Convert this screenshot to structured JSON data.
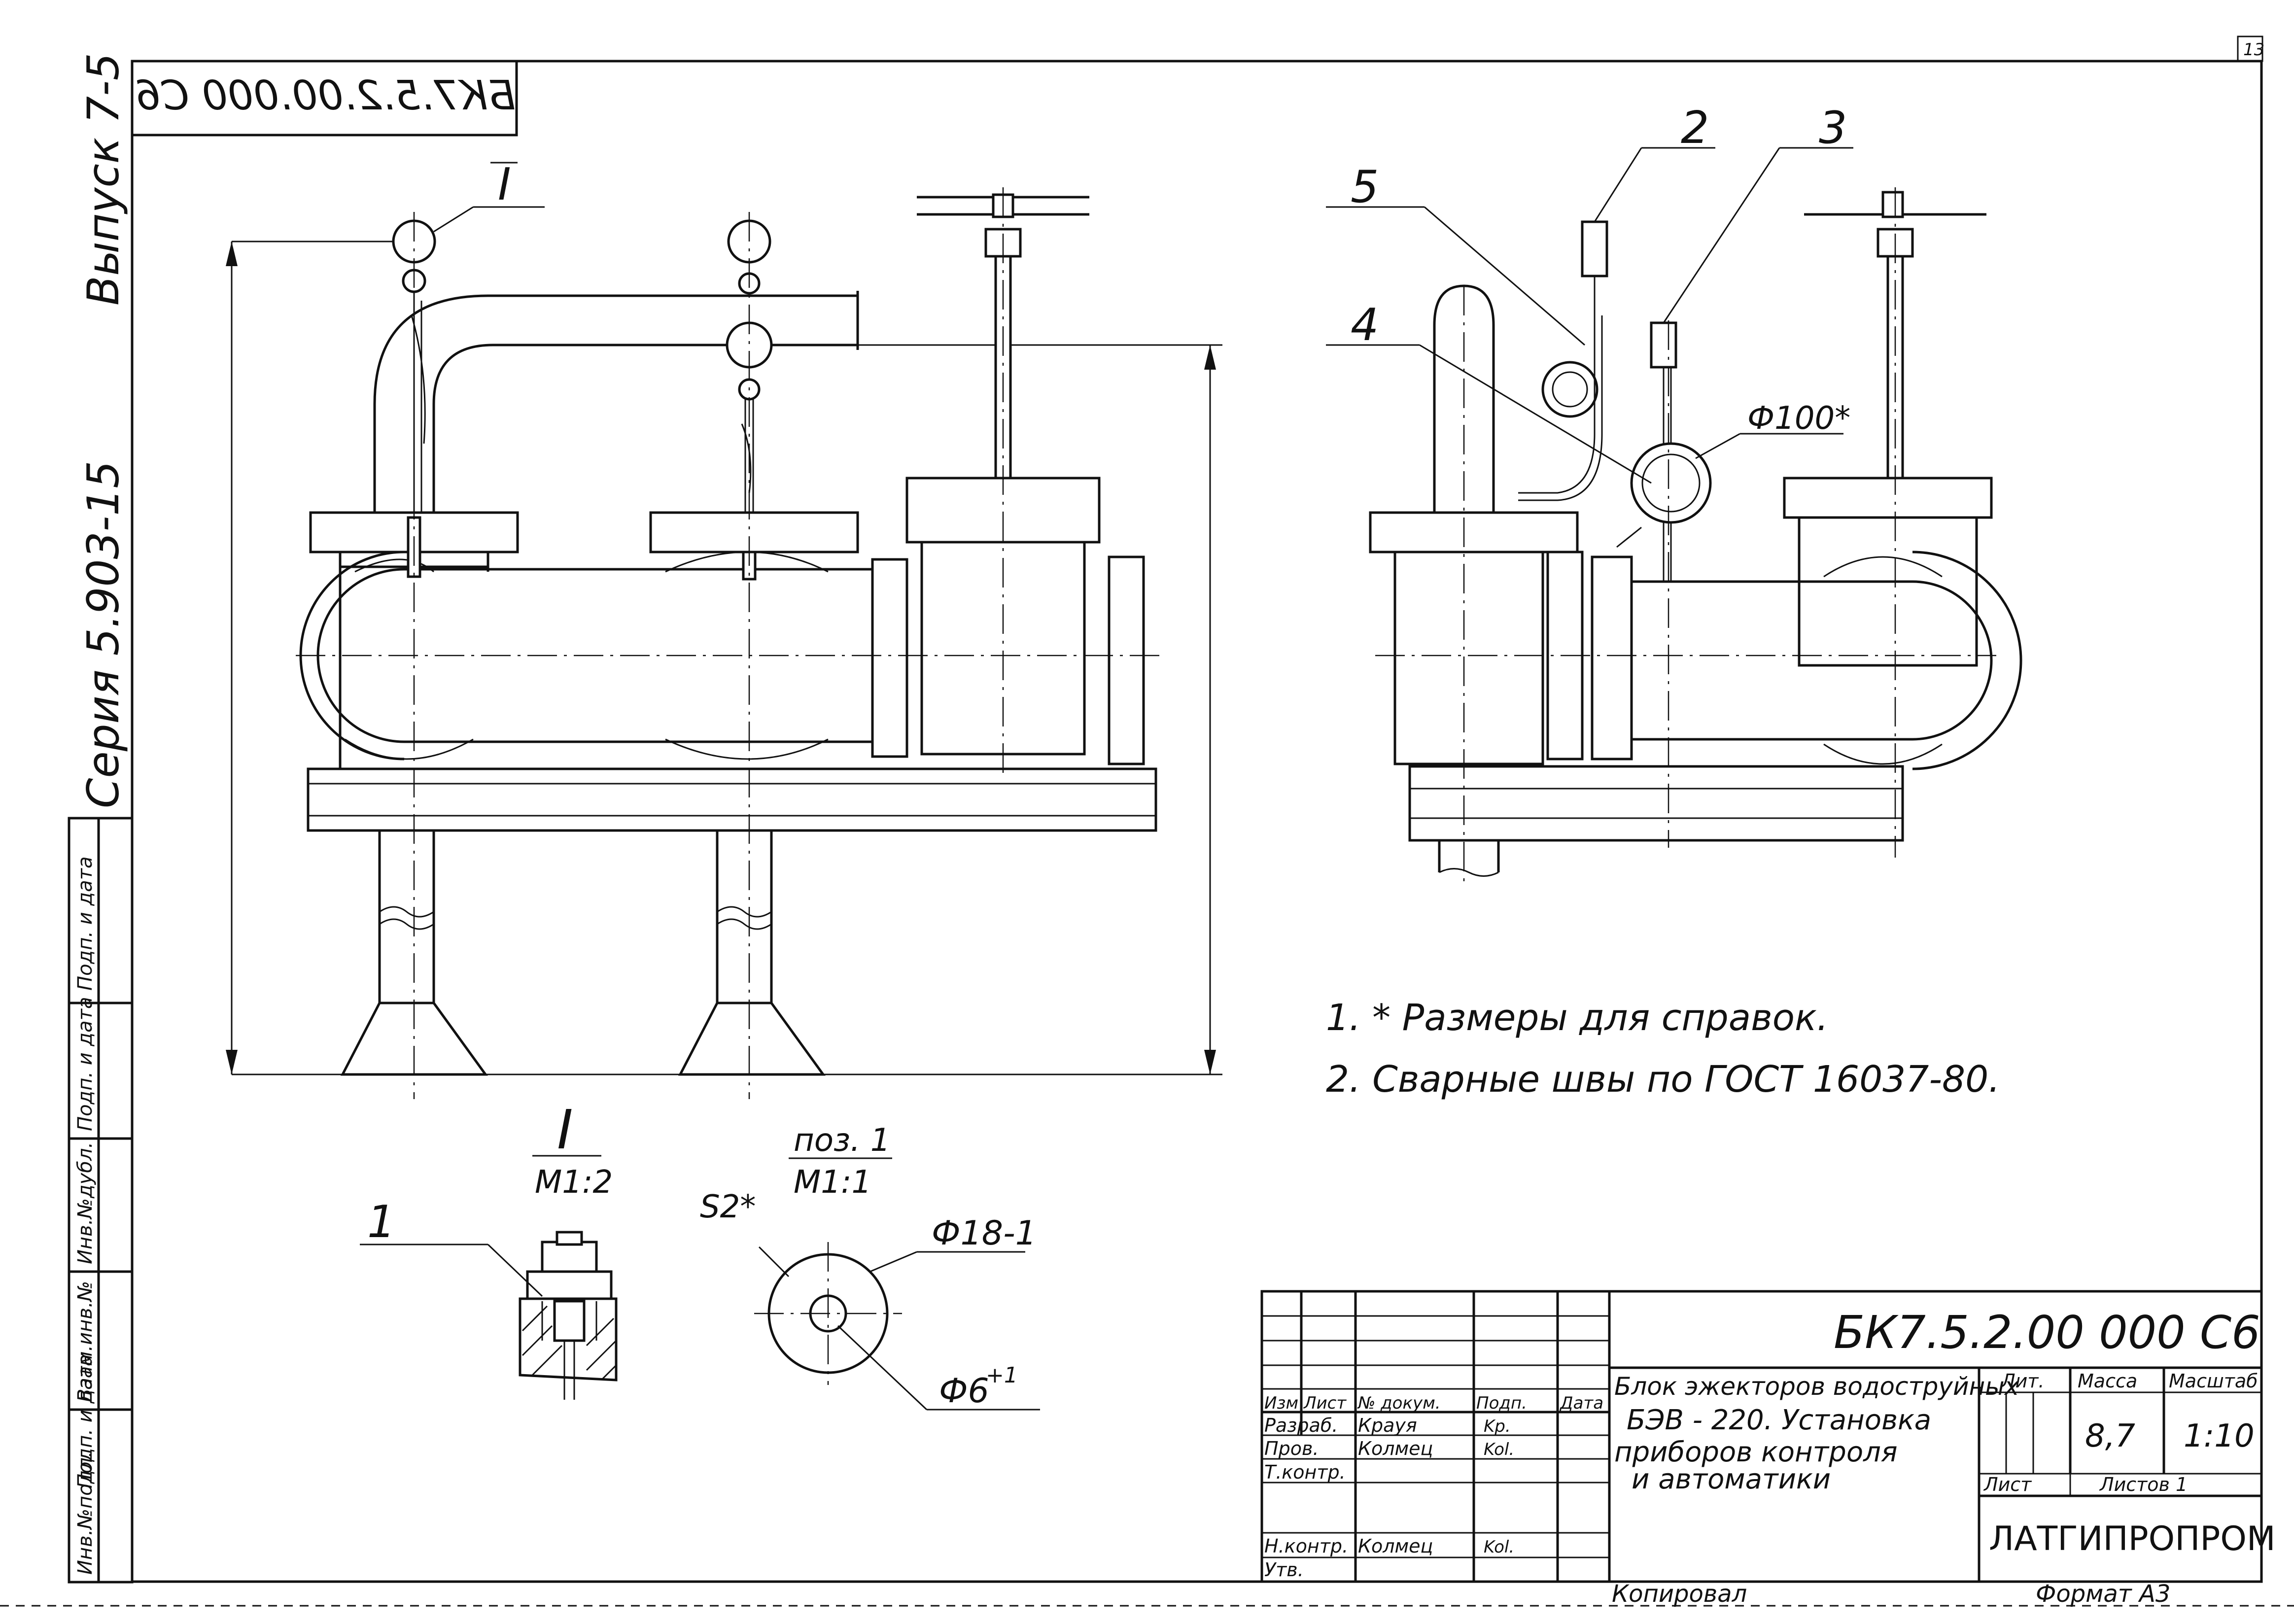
{
  "drawing": {
    "code_stamp_mirrored": "БК7.5.2.00.000 С6",
    "issue": "Выпуск 7-5",
    "series": "Серия 5.903-15",
    "sheet_corner_number": "13"
  },
  "left_stamp": {
    "cells": [
      "Инв.№подл.",
      "Подп. и дата",
      "Взам.инв.№",
      "Инв.№дубл.",
      "Подп. и дата",
      "Подп. и дата"
    ]
  },
  "callouts": {
    "view_mark": "I",
    "pos": [
      "1",
      "2",
      "3",
      "4",
      "5"
    ],
    "pipe_diameter": "Ф100*"
  },
  "detail_I": {
    "title": "I",
    "scale": "М1:2",
    "pos": "1"
  },
  "detail_pos1": {
    "title": "поз. 1",
    "scale": "М1:1",
    "s2": "S2*",
    "d18": "Ф18-1",
    "d6": "Ф6",
    "d6_tol": "+1"
  },
  "notes": [
    "1. * Размеры для справок.",
    "2.  Сварные швы по ГОСТ 16037-80."
  ],
  "title_block": {
    "doc_code": "БК7.5.2.00 000 С6",
    "headers": [
      "Изм",
      "Лист",
      "№ докум.",
      "Подп.",
      "Дата"
    ],
    "roles": [
      {
        "role": "Разраб.",
        "name": "Крауя",
        "sign": "Kр."
      },
      {
        "role": "Пров.",
        "name": "Колмец",
        "sign": "Kol."
      },
      {
        "role": "Т.контр.",
        "name": "",
        "sign": ""
      },
      {
        "role": "Н.контр.",
        "name": "Колмец",
        "sign": "Kol."
      },
      {
        "role": "Утв.",
        "name": "",
        "sign": ""
      }
    ],
    "title_lines": [
      "Блок эжекторов водоструйных",
      "БЭВ - 220. Установка",
      "приборов контроля",
      "и автоматики"
    ],
    "lit_label": "Лит.",
    "mass_label": "Масса",
    "scale_label": "Масштаб",
    "mass": "8,7",
    "scale": "1:10",
    "sheet_label": "Лист",
    "sheets_label": "Листов 1",
    "org": "ЛАТГИПРОПРОМ"
  },
  "footer": {
    "copy": "Копировал",
    "format": "Формат А3"
  }
}
